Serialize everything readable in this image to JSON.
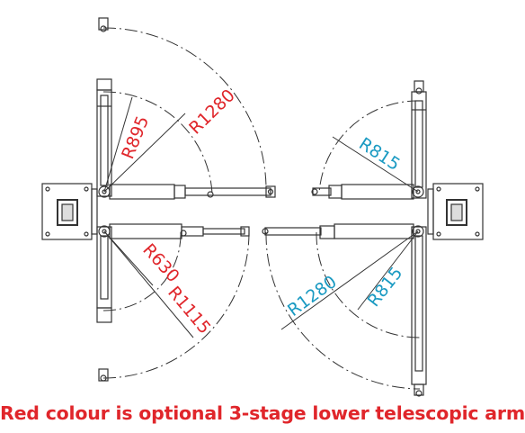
{
  "caption": "Red colour is optional 3-stage lower telescopic arm",
  "dimensions": {
    "left_upper_short": "R895",
    "left_upper_long": "R1280",
    "left_lower_short": "R630",
    "left_lower_long": "R1115",
    "right_upper": "R815",
    "right_lower_long": "R1280",
    "right_lower_short": "R815"
  },
  "colors": {
    "optional_arm": "#e0262b",
    "standard_arm": "#1a9ac2",
    "drawing_lines": "#3a3a3a"
  }
}
